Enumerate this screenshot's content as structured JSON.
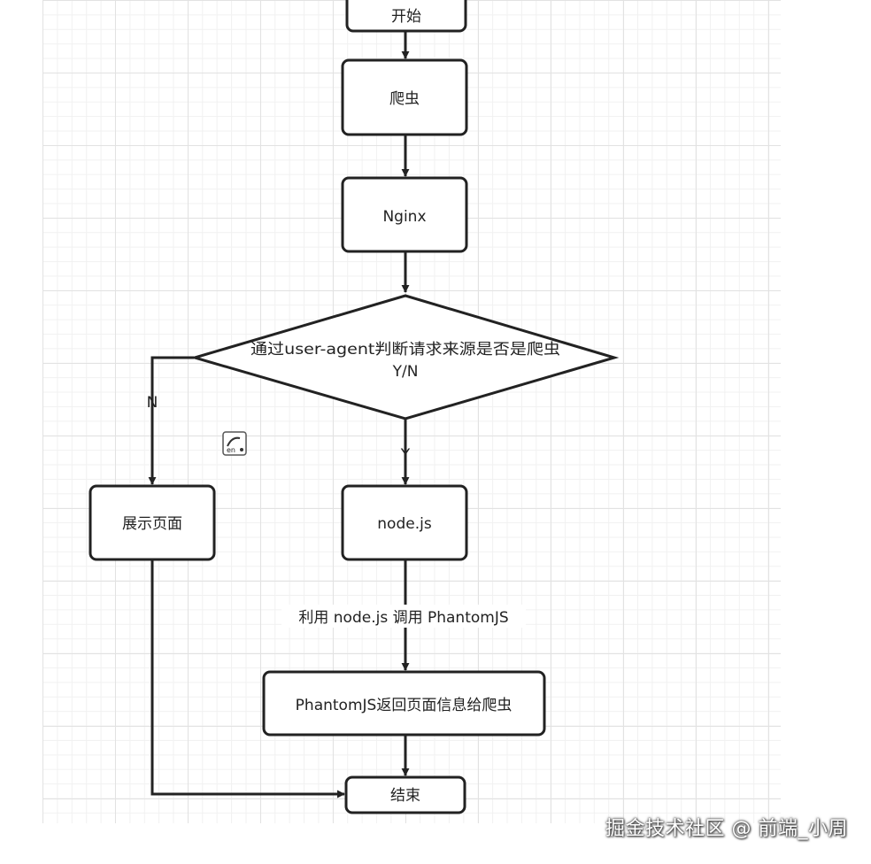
{
  "nodes": {
    "start": "开始",
    "crawler": "爬虫",
    "nginx": "Nginx",
    "decision_line1": "通过user-agent判断请求来源是否是爬虫",
    "decision_line2": "Y/N",
    "show_page": "展示页面",
    "nodejs": "node.js",
    "phantom_return": "PhantomJS返回页面信息给爬虫",
    "end": "结束"
  },
  "edges": {
    "no_label": "N",
    "yes_label": "Y",
    "call_label": "利用 node.js 调用 PhantomJS"
  },
  "watermark": "掘金技术社区 @ 前端_小周",
  "colors": {
    "stroke": "#222222",
    "node_fill": "#ffffff",
    "grid": "#e2e2e2"
  }
}
